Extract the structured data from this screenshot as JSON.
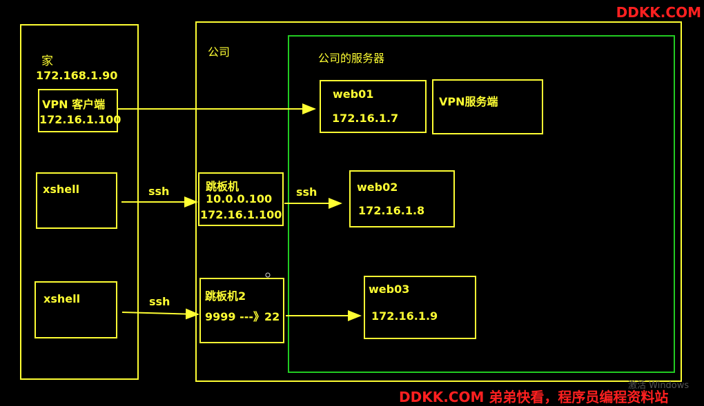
{
  "watermark_top": "DDKK.COM",
  "watermark_bottom": "DDKK.COM 弟弟快看，程序员编程资料站",
  "home": {
    "title": "家",
    "ip": "172.168.1.90"
  },
  "vpn_client": {
    "label": "VPN 客户端",
    "ip": "172.16.1.100"
  },
  "xshell1": {
    "label": "xshell"
  },
  "xshell2": {
    "label": "xshell"
  },
  "company": {
    "title": "公司"
  },
  "servers": {
    "title": "公司的服务器"
  },
  "web01": {
    "name": "web01",
    "ip": "172.16.1.7"
  },
  "vpn_server": {
    "label": "VPN服务端"
  },
  "jump1": {
    "name": "跳板机",
    "ip1": "10.0.0.100",
    "ip2": "172.16.1.100"
  },
  "web02": {
    "name": "web02",
    "ip": "172.16.1.8"
  },
  "jump2": {
    "name": "跳板机2",
    "port": "9999 ---》22"
  },
  "web03": {
    "name": "web03",
    "ip": "172.16.1.9"
  },
  "arrows": {
    "ssh1": "ssh",
    "ssh2": "ssh",
    "ssh3": "ssh"
  },
  "colors": {
    "box": "#ffff33",
    "servers_box": "#22cc22",
    "watermark": "#ff2020",
    "background": "#000000"
  },
  "faint_text": "激活 Windows"
}
